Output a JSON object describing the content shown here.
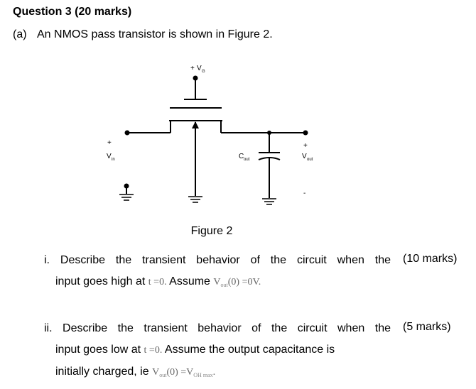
{
  "header": {
    "title": "Question 3 (20 marks)"
  },
  "part_a": {
    "label": "(a)",
    "text": "An NMOS pass transistor is shown in Figure 2."
  },
  "figure": {
    "gate_plus": "+",
    "gate_v": "V",
    "gate_sub": "G",
    "vin_plus": "+",
    "vin_v": "V",
    "vin_sub": "in",
    "cout_c": "C",
    "cout_sub": "out",
    "vout_plus": "+",
    "vout_v": "V",
    "vout_sub": "out",
    "vout_minus": "-",
    "caption": "Figure 2"
  },
  "q1": {
    "line1": "i. Describe the transient behavior of the circuit when the",
    "line2_a": "input goes high at",
    "line2_t": "t =0.",
    "line2_b": "Assume",
    "line2_v": "V",
    "line2_vsub": "out",
    "line2_vrest": "(0) =0V.",
    "marks": "(10 marks)"
  },
  "q2": {
    "line1": "ii. Describe the transient behavior of the circuit when the",
    "line2_a": "input goes low at",
    "line2_t": "t =0.",
    "line2_b": "Assume the output capacitance is",
    "line3_a": "initially charged, ie",
    "line3_v": "V",
    "line3_vsub": "out",
    "line3_mid": "(0) =V",
    "line3_vsub2": "OH max",
    "line3_end": ".",
    "marks": "(5 marks)"
  }
}
